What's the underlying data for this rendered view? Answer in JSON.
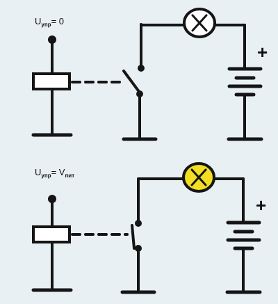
{
  "colors": {
    "background": "#e8f0f3",
    "ink": "#151515",
    "lamp_off": "#ffffff",
    "lamp_on": "#f3df22"
  },
  "top_circuit": {
    "label_main": "U",
    "label_sub": "упр",
    "label_rest": "= 0",
    "switch_state": "open",
    "lamp_state": "off",
    "battery_sign": "+"
  },
  "bottom_circuit": {
    "label_main": "U",
    "label_sub": "упр",
    "label_eq": "= V",
    "label_sub2": "пит",
    "switch_state": "closed",
    "lamp_state": "on",
    "battery_sign": "+"
  },
  "icons": {
    "relay": "relay-coil-icon",
    "switch": "switch-icon",
    "lamp": "lamp-icon",
    "battery": "battery-icon"
  }
}
